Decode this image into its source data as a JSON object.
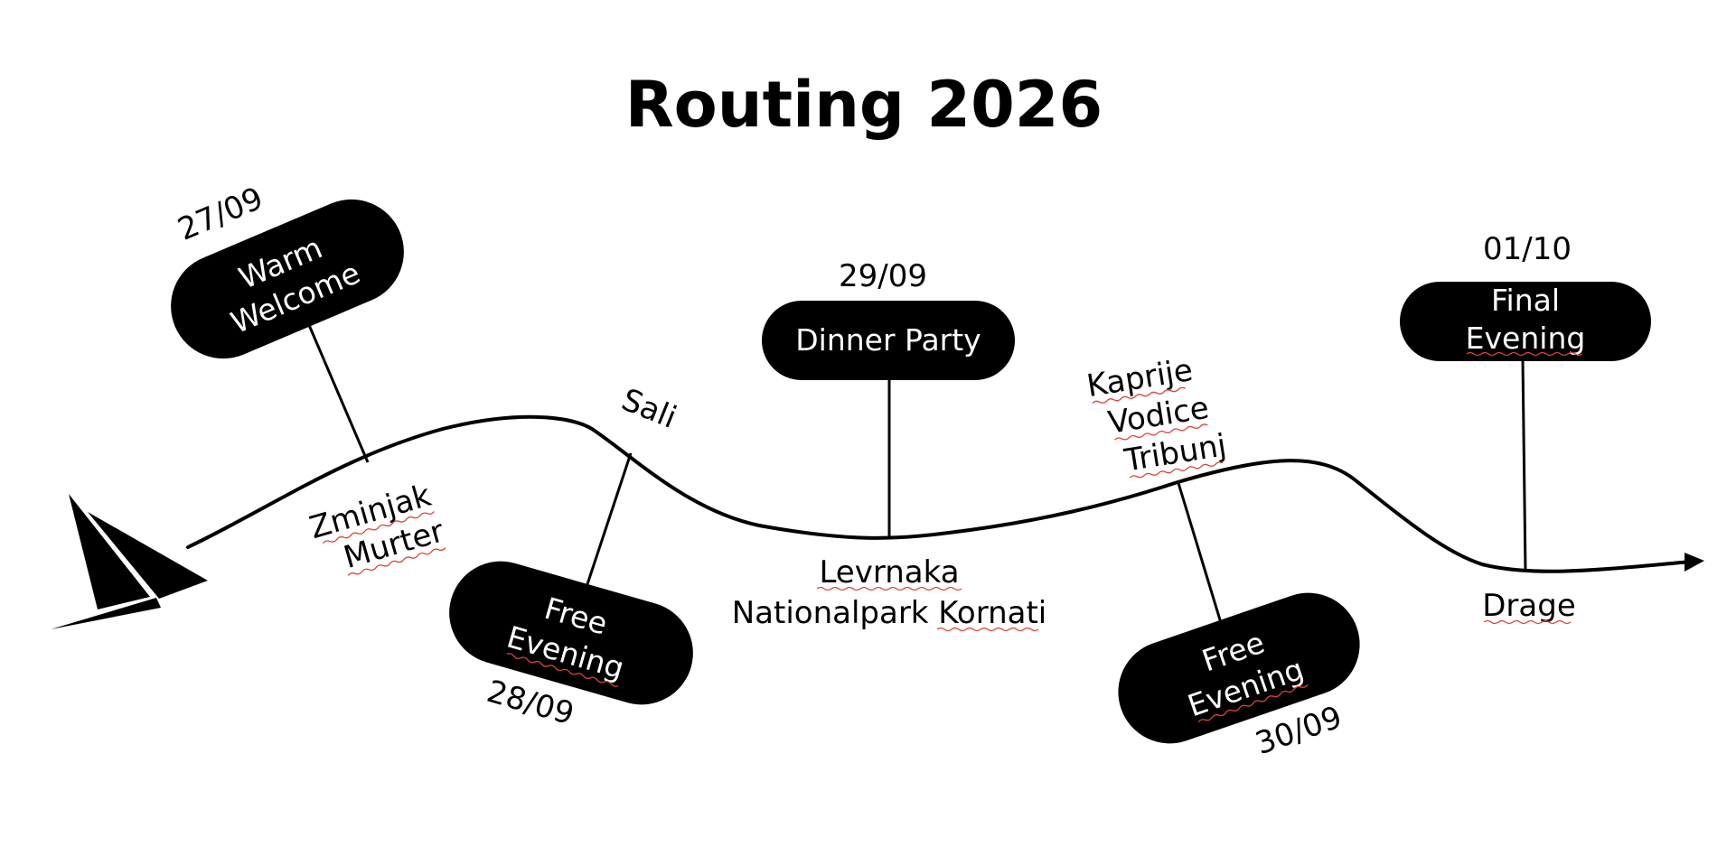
{
  "title": "Routing 2026",
  "events": [
    {
      "id": "warm-welcome",
      "date": "27/09",
      "lines": [
        "Warm",
        "Welcome"
      ]
    },
    {
      "id": "free-evening-1",
      "date": "28/09",
      "lines": [
        "Free",
        "Evening"
      ]
    },
    {
      "id": "dinner-party",
      "date": "29/09",
      "lines": [
        "Dinner Party"
      ]
    },
    {
      "id": "free-evening-2",
      "date": "30/09",
      "lines": [
        "Free",
        "Evening"
      ]
    },
    {
      "id": "final-evening",
      "date": "01/10",
      "lines": [
        "Final",
        "Evening"
      ]
    }
  ],
  "places": [
    {
      "id": "zminjak-murter",
      "lines": [
        "Zminjak",
        "Murter"
      ]
    },
    {
      "id": "sali",
      "lines": [
        "Sali"
      ]
    },
    {
      "id": "levrnaka-kornati",
      "lines": [
        "Levrnaka",
        "Nationalpark Kornati"
      ]
    },
    {
      "id": "kaprije-vodice-tribunj",
      "lines": [
        "Kaprije",
        "Vodice",
        "Tribunj"
      ]
    },
    {
      "id": "drage",
      "lines": [
        "Drage"
      ]
    }
  ],
  "icons": {
    "boat": "sailboat-icon",
    "arrow": "arrow-head-icon"
  },
  "colors": {
    "ink": "#000000",
    "pill_text": "#ffffff",
    "spellcheck": "#e0413a"
  }
}
